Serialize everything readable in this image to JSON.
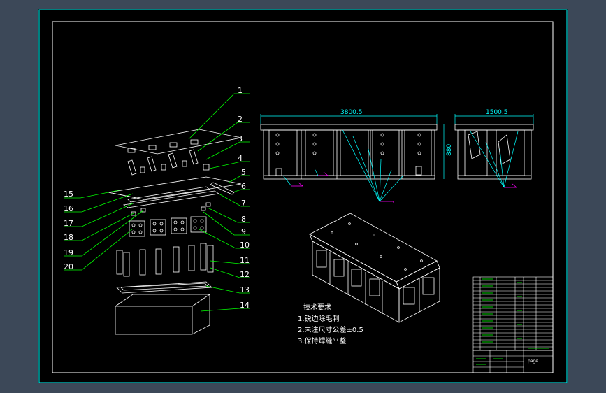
{
  "drawing": {
    "part_numbers": [
      "1",
      "2",
      "3",
      "4",
      "5",
      "6",
      "7",
      "8",
      "9",
      "10",
      "11",
      "12",
      "13",
      "14",
      "15",
      "16",
      "17",
      "18",
      "19",
      "20"
    ],
    "front_view": {
      "width_dimension": "3800.5",
      "height_dimension": "880"
    },
    "side_view": {
      "width_dimension": "1500.5"
    },
    "technical_requirements": {
      "title": "技术要求",
      "items": [
        "1.锐边除毛刺",
        "2.未注尺寸公差±0.5",
        "3.保持焊缝平整"
      ]
    },
    "title_block": {
      "sheet_label": "page"
    },
    "colors": {
      "background": "#3c4858",
      "sheet": "#000000",
      "border": "#00ffff",
      "geometry": "#ffffff",
      "leader": "#00ff00",
      "dimension": "#00ffff",
      "weld_mark": "#ff00ff"
    }
  }
}
